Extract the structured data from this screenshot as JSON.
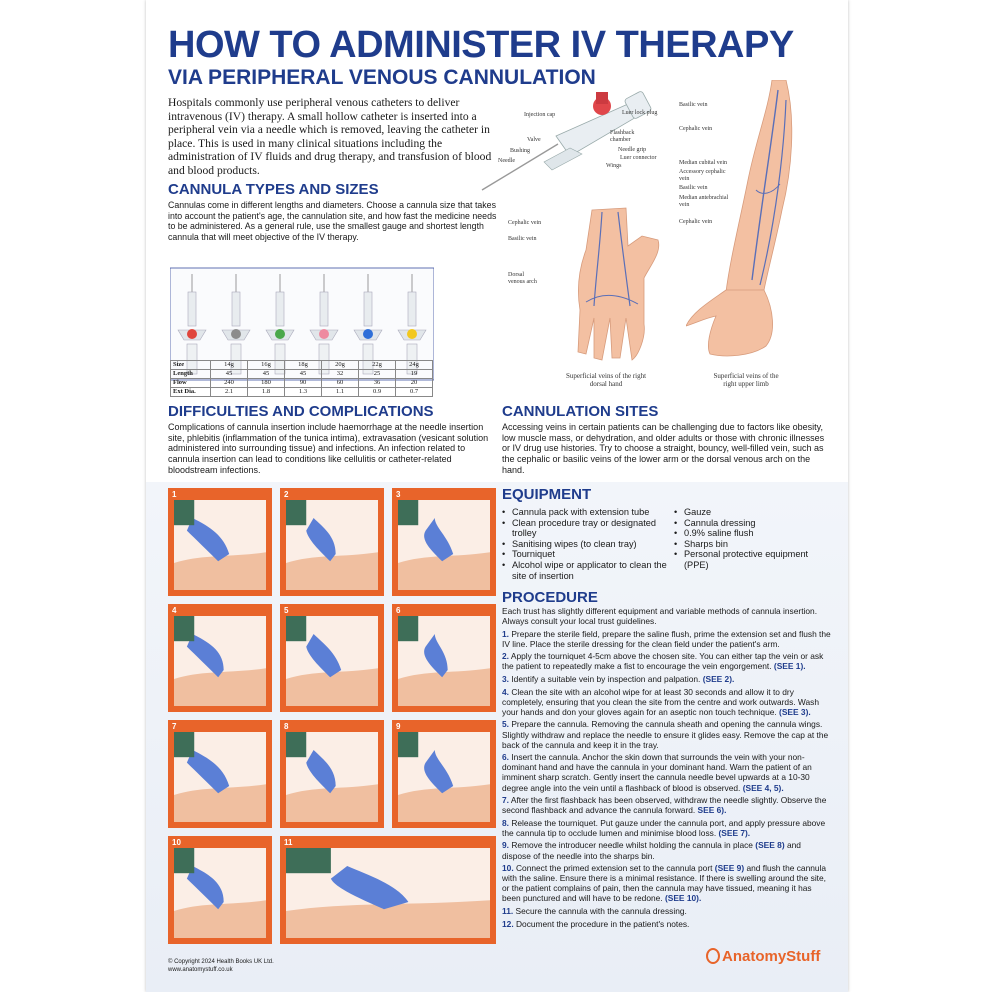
{
  "title": "HOW TO ADMINISTER IV THERAPY",
  "subtitle": "VIA PERIPHERAL VENOUS CANNULATION",
  "intro": "Hospitals commonly use peripheral venous catheters to deliver intravenous (IV) therapy. A small hollow catheter is inserted into a peripheral vein via a needle which is removed, leaving the catheter in place. This is used in many clinical situations including the administration of IV fluids and drug therapy, and transfusion of blood and blood products.",
  "cannula_diagram": {
    "labels": [
      "Injection cap",
      "Luer lock plug",
      "Flashback chamber",
      "Valve",
      "Needle grip",
      "Bushing",
      "Luer connector",
      "Needle",
      "Wings"
    ]
  },
  "hand": {
    "labels": [
      "Cephalic vein",
      "Basilic vein",
      "Dorsal venous arch"
    ],
    "caption": "Superficial veins of the right dorsal hand"
  },
  "arm": {
    "labels": [
      "Basilic vein",
      "Cephalic vein",
      "Median cubital vein",
      "Accessory cephalic vein",
      "Basilic vein",
      "Median antebrachial vein",
      "Cephalic vein"
    ],
    "caption": "Superficial veins of the right upper limb"
  },
  "types": {
    "heading": "CANNULA TYPES AND SIZES",
    "text": "Cannulas come in different lengths and diameters. Choose a cannula size that takes into account the patient's age, the cannulation site, and how fast the medicine needs to be administered. As a general rule, use the smallest gauge and shortest length cannula that will meet objective of the IV therapy.",
    "colors": [
      "#e0463c",
      "#8c8c8c",
      "#4aa84a",
      "#ee8aa0",
      "#2f6fd8",
      "#f2c81e"
    ],
    "rows": [
      [
        "Size",
        "14g",
        "16g",
        "18g",
        "20g",
        "22g",
        "24g"
      ],
      [
        "Length",
        "45",
        "45",
        "45",
        "32",
        "25",
        "19"
      ],
      [
        "Flow",
        "240",
        "180",
        "90",
        "60",
        "36",
        "20"
      ],
      [
        "Ext Dia.",
        "2.1",
        "1.8",
        "1.3",
        "1.1",
        "0.9",
        "0.7"
      ]
    ]
  },
  "difficulties": {
    "heading": "DIFFICULTIES AND COMPLICATIONS",
    "text": "Complications of cannula insertion include haemorrhage at the needle insertion site, phlebitis (inflammation of the tunica intima), extravasation (vesicant solution administered into surrounding tissue) and infections. An infection related to cannula insertion can lead to conditions like cellulitis or catheter-related bloodstream infections."
  },
  "sites": {
    "heading": "CANNULATION SITES",
    "text": "Accessing veins in certain patients can be challenging due to factors like obesity, low muscle mass, or dehydration, and older adults or those with chronic illnesses or IV drug use histories. Try to choose a straight, bouncy, well-filled vein, such as the cephalic or basilic veins of the lower arm or the dorsal venous arch on the hand."
  },
  "equipment": {
    "heading": "EQUIPMENT",
    "left": [
      "Cannula pack with extension tube",
      "Clean procedure tray or designated trolley",
      "Sanitising wipes (to clean tray)",
      "Tourniquet",
      "Alcohol wipe or applicator to clean the site of insertion"
    ],
    "right": [
      "Gauze",
      "Cannula dressing",
      "0.9% saline flush",
      "Sharps bin",
      "Personal protective equipment (PPE)"
    ]
  },
  "procedure": {
    "heading": "PROCEDURE",
    "intro": "Each trust has slightly different equipment and variable methods of cannula insertion. Always consult your local trust guidelines.",
    "steps": [
      {
        "n": "1.",
        "text": "Prepare the sterile field, prepare the saline flush, prime the extension set and flush the IV line. Place the sterile dressing for the clean field under the patient's arm.",
        "see": ""
      },
      {
        "n": "2.",
        "text": "Apply the tourniquet 4-5cm above the chosen site. You can either tap the vein or ask the patient to repeatedly make a fist to encourage the vein engorgement.",
        "see": "(SEE 1)."
      },
      {
        "n": "3.",
        "text": "Identify a suitable vein by inspection and palpation.",
        "see": "(SEE 2)."
      },
      {
        "n": "4.",
        "text": "Clean the site with an alcohol wipe for at least 30 seconds and allow it to dry completely, ensuring that you clean the site from the centre and work outwards. Wash your hands and don your gloves again for an aseptic non touch technique.",
        "see": "(SEE 3)."
      },
      {
        "n": "5.",
        "text": "Prepare the cannula. Removing the cannula sheath and opening the cannula wings. Slightly withdraw and replace the needle to ensure it glides easy. Remove the cap at the back of the cannula and keep it in the tray.",
        "see": ""
      },
      {
        "n": "6.",
        "text": "Insert the cannula. Anchor the skin down that surrounds the vein with your non-dominant hand and have the cannula in your dominant hand. Warn the patient of an imminent sharp scratch. Gently insert the cannula needle bevel upwards at a 10-30 degree angle into the vein until a flashback of blood is observed.",
        "see": "(SEE 4, 5)."
      },
      {
        "n": "7.",
        "text": "After the first flashback has been observed, withdraw the needle slightly. Observe the second flashback and advance the cannula forward.",
        "see": "SEE 6)."
      },
      {
        "n": "8.",
        "text": "Release the tourniquet. Put gauze under the cannula port, and apply pressure above the cannula tip to occlude lumen and minimise blood loss.",
        "see": "(SEE 7)."
      },
      {
        "n": "9.",
        "text": "Remove the introducer needle whilst holding the cannula in place",
        "see": "(SEE 8)",
        "tail": "and dispose of the needle into the sharps bin."
      },
      {
        "n": "10.",
        "text": "Connect the primed extension set to the cannula port",
        "see": "(SEE 9)",
        "tail": "and flush the cannula with the saline. Ensure there is a minimal resistance. If there is swelling around the site, or the patient complains of pain, then the cannula may have tissued, meaning it has been punctured and will have to be redone.",
        "see2": "(SEE 10)."
      },
      {
        "n": "11.",
        "text": "Secure the cannula with the cannula dressing.",
        "see": ""
      },
      {
        "n": "12.",
        "text": "Document the procedure in the patient's notes.",
        "see": ""
      }
    ]
  },
  "step_numbers": [
    "1",
    "2",
    "3",
    "4",
    "5",
    "6",
    "7",
    "8",
    "9",
    "10",
    "11"
  ],
  "copyright": "© Copyright 2024 Health Books UK Ltd.",
  "website": "www.anatomystuff.co.uk",
  "logo": "AnatomyStuff"
}
